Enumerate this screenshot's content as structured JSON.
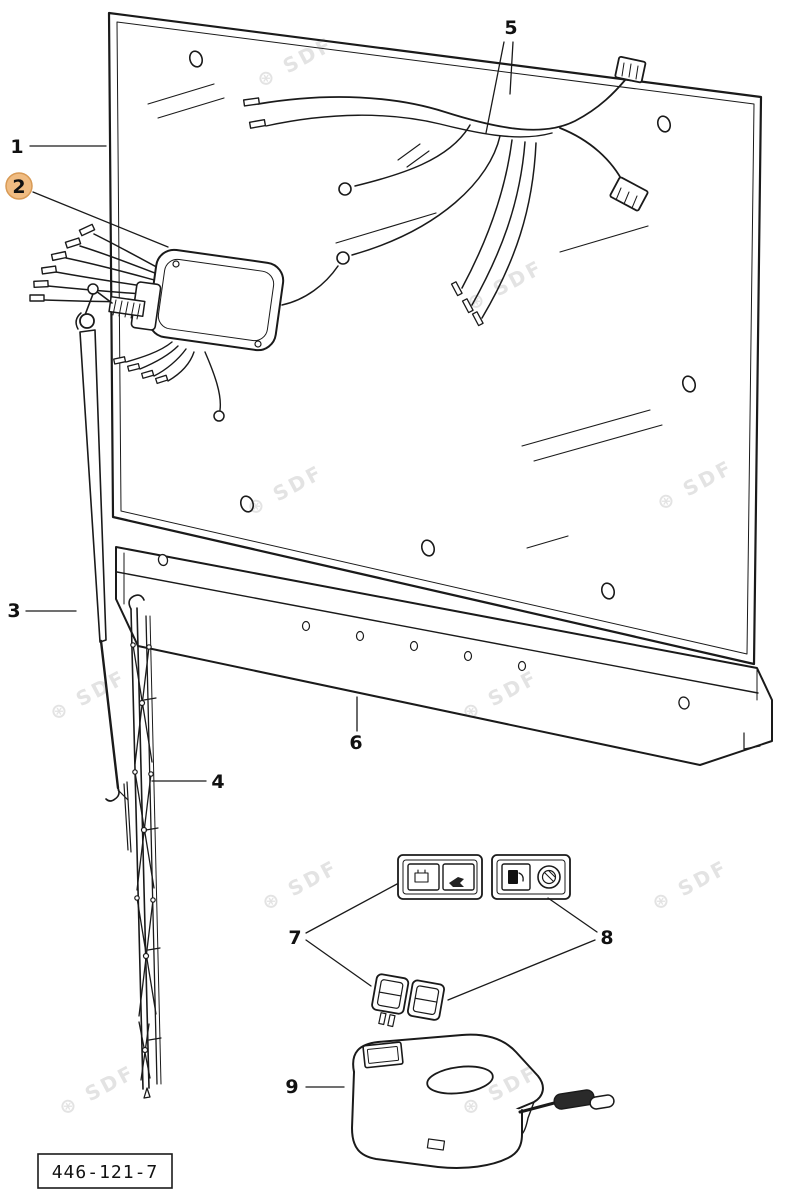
{
  "diagram": {
    "part_number": "446-121-7",
    "watermark": {
      "logo": "⊛",
      "text": "SDF"
    },
    "callouts": [
      {
        "id": 1,
        "label": "1",
        "highlighted": false
      },
      {
        "id": 2,
        "label": "2",
        "highlighted": true,
        "highlight_color": "#f0bc82",
        "highlight_ring": "#d89a55"
      },
      {
        "id": 3,
        "label": "3",
        "highlighted": false
      },
      {
        "id": 4,
        "label": "4",
        "highlighted": false
      },
      {
        "id": 5,
        "label": "5",
        "highlighted": false
      },
      {
        "id": 6,
        "label": "6",
        "highlighted": false
      },
      {
        "id": 7,
        "label": "7",
        "highlighted": false
      },
      {
        "id": 8,
        "label": "8",
        "highlighted": false
      },
      {
        "id": 9,
        "label": "9",
        "highlighted": false
      }
    ]
  }
}
